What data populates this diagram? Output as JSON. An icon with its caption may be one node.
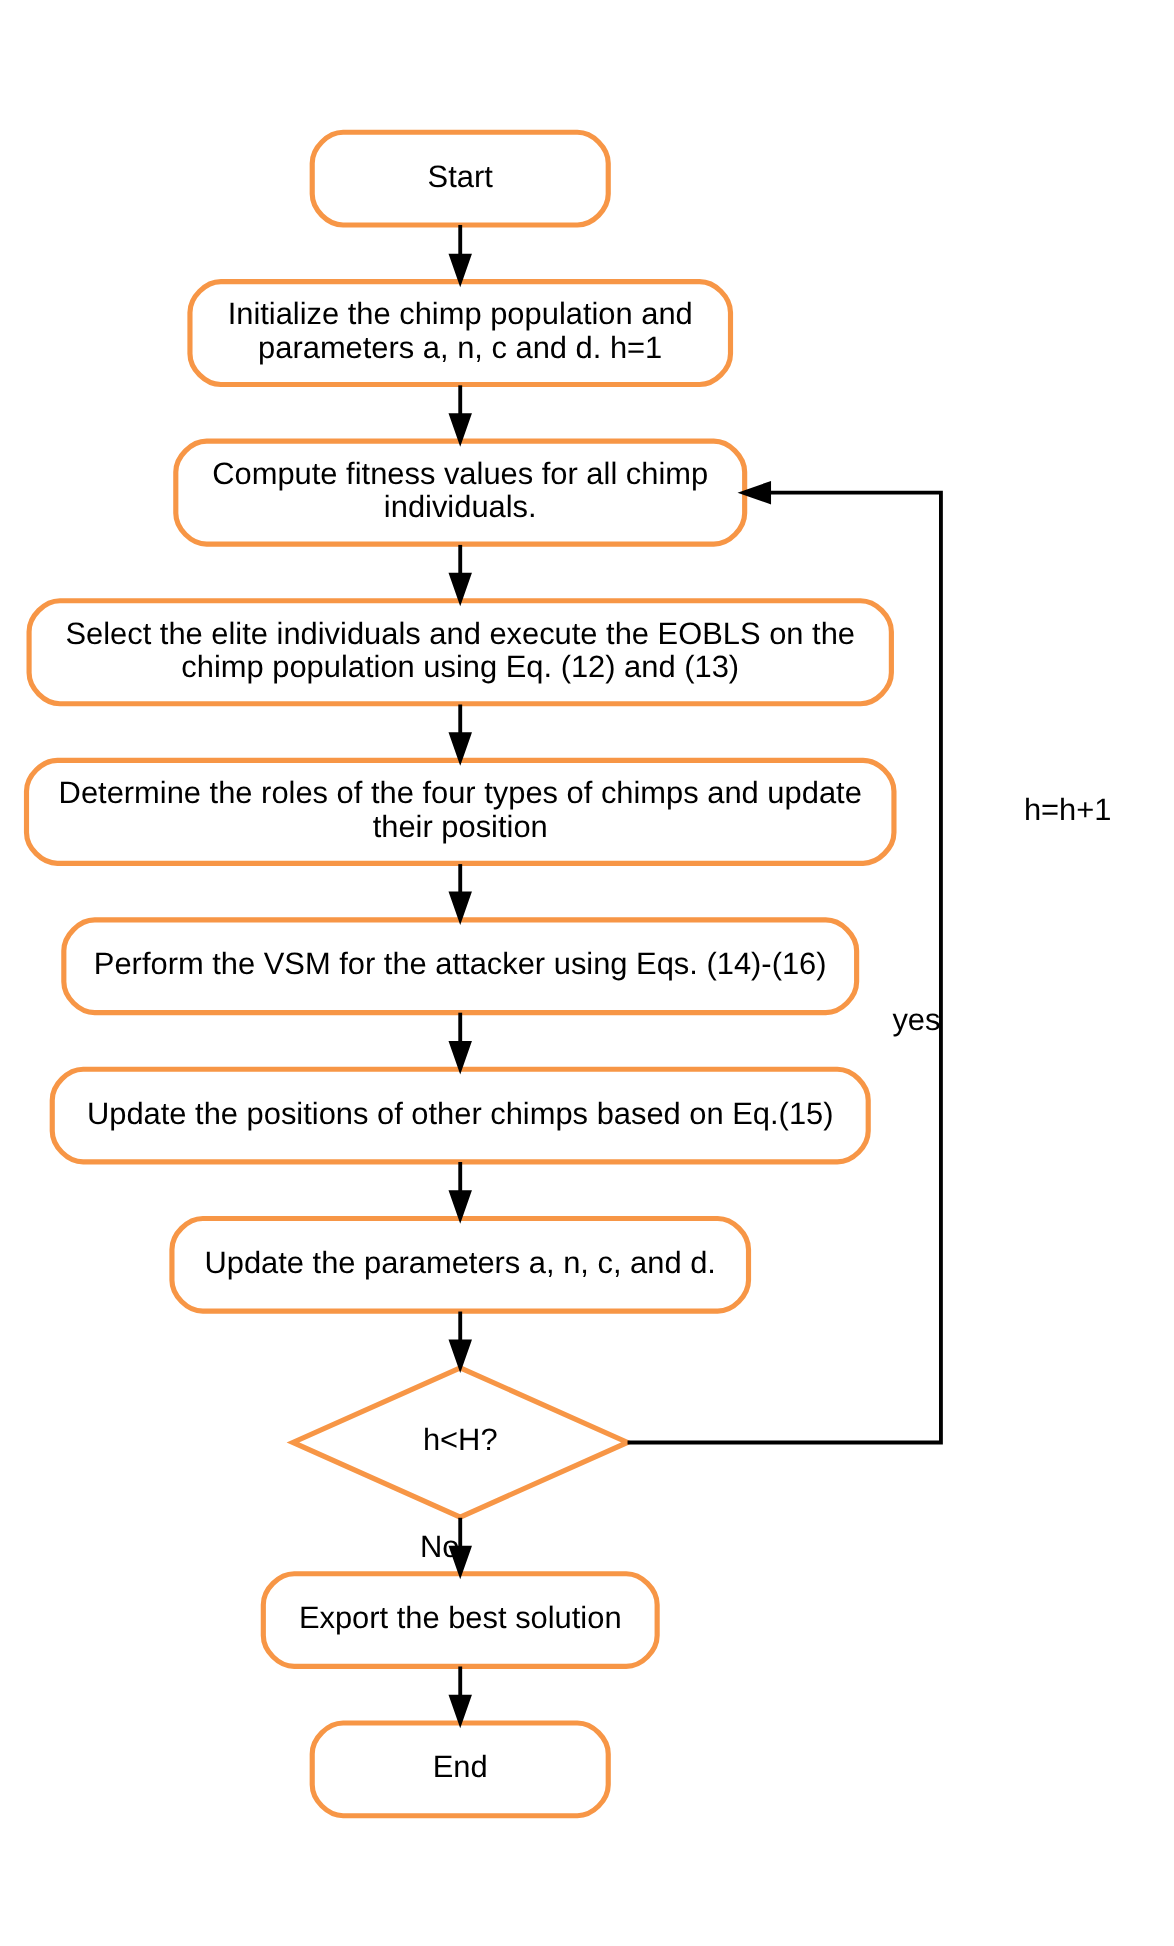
{
  "diagram": {
    "nodes": [
      {
        "text": [
          "Start"
        ]
      },
      {
        "text": [
          "Initialize the chimp population and parameters a, n, c and d. h=1"
        ]
      },
      {
        "text": [
          "Compute fitness values for all chimp individuals."
        ]
      },
      {
        "text": [
          "Select the elite individuals and execute the EOBLS on the chimp population using Eq. (12) and (13)"
        ]
      },
      {
        "text": [
          "Determine the roles of the four types of chimps and update their position"
        ]
      },
      {
        "text": [
          "Perform the VSM for the attacker using Eqs. (14)-(16)"
        ]
      },
      {
        "text": [
          "Update the positions of other chimps based on Eq.(15)"
        ]
      },
      {
        "text": [
          "Update the parameters a, n, c, and d."
        ]
      },
      {
        "text": [
          "h<H?"
        ]
      },
      {
        "text": [
          "Export the best solution"
        ]
      },
      {
        "text": [
          "End"
        ]
      }
    ],
    "edges": [
      {
        "from": 0,
        "to": 1,
        "arrow": "to"
      },
      {
        "from": 1,
        "to": 2,
        "arrow": "to"
      },
      {
        "from": 2,
        "to": 3,
        "arrow": "to"
      },
      {
        "from": 3,
        "to": 4,
        "arrow": "to"
      },
      {
        "from": 4,
        "to": 5,
        "arrow": "to"
      },
      {
        "from": 5,
        "to": 6,
        "arrow": "to"
      },
      {
        "from": 6,
        "to": 7,
        "arrow": "to"
      },
      {
        "from": 7,
        "to": 8,
        "arrow": "to"
      },
      {
        "from": 8,
        "to": 2,
        "arrow": "to",
        "label": "yes"
      },
      {
        "from": 8,
        "to": 9,
        "arrow": "to",
        "label": "No"
      },
      {
        "from": 9,
        "to": 10,
        "arrow": "to"
      }
    ],
    "labels": [
      "h=h+1"
    ]
  }
}
